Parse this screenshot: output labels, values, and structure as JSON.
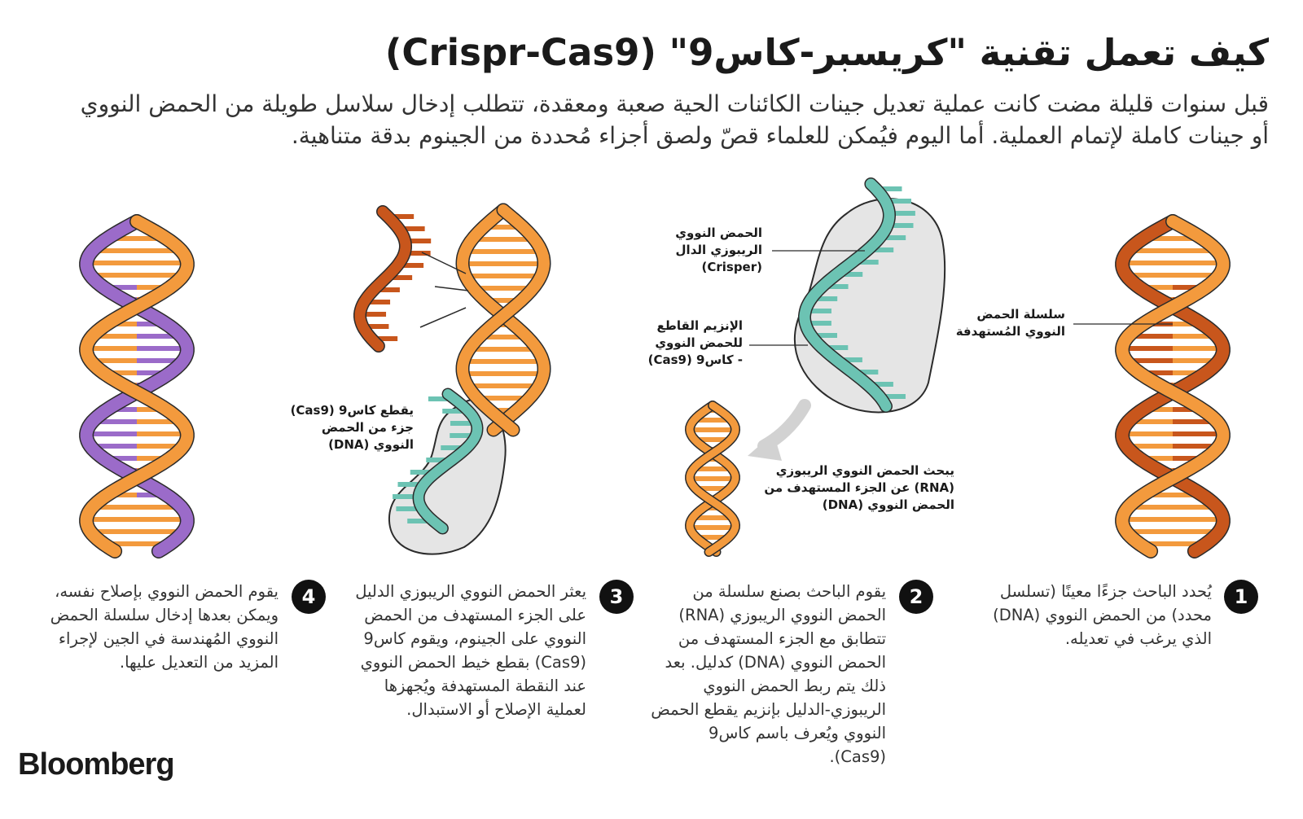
{
  "header": {
    "title": "كيف تعمل تقنية \"كريسبر-كاس9\" (Crispr-Cas9)",
    "intro": "قبل سنوات قليلة مضت كانت عملية تعديل جينات الكائنات الحية صعبة ومعقدة، تتطلب إدخال سلاسل طويلة من الحمض النووي أو جينات كاملة لإتمام العملية. أما اليوم فيُمكن للعلماء قصّ ولصق أجزاء مُحددة من الجينوم بدقة متناهية."
  },
  "labels": {
    "target_dna": "سلسلة الحمض\nالنووي المُستهدفة",
    "guide_rna": "الحمض النووي\nالريبوزي الدال\n(Crisper)",
    "cas9_enzyme": "الإنزيم القاطع\nللحمض النووي\n- كاس9 (Cas9)",
    "rna_search": "يبحث الحمض النووي الريبوزي\n(RNA) عن الجزء المستهدف من\nالحمض النووي  (DNA)",
    "cas9_cut": "يقطع كاس9 (Cas9)\nجزء من الحمض\nالنووي (DNA)"
  },
  "steps": [
    {
      "number": "1",
      "text": "يُحدد الباحث جزءًا معينًا (تسلسل محدد) من الحمض النووي  (DNA) الذي يرغب في تعديله."
    },
    {
      "number": "2",
      "text": "يقوم الباحث بصنع سلسلة من الحمض النووي الريبوزي (RNA) تتطابق مع الجزء المستهدف من الحمض النووي (DNA) كدليل. بعد ذلك يتم ربط الحمض النووي الريبوزي-الدليل بإنزيم يقطع الحمض النووي ويُعرف باسم كاس9 (Cas9)."
    },
    {
      "number": "3",
      "text": "يعثر الحمض النووي الريبوزي الدليل على الجزء المستهدف من الحمض النووي على الجينوم، ويقوم كاس9 (Cas9) بقطع خيط الحمض النووي عند النقطة المستهدفة ويُجهزها لعملية الإصلاح أو الاستبدال."
    },
    {
      "number": "4",
      "text": "يقوم الحمض النووي بإصلاح نفسه، ويمكن بعدها إدخال سلسلة الحمض النووي المُهندسة في الجين لإجراء المزيد من التعديل عليها."
    }
  ],
  "brand": "Bloomberg",
  "colors": {
    "dna_orange": "#f39a3d",
    "dna_dark_orange": "#c8561c",
    "rna_teal": "#6cc3b3",
    "engineered_purple": "#9b6bc9",
    "enzyme_gray": "#e5e5e5",
    "arrow_gray": "#d2d2d2",
    "outline": "#2b2b2b"
  }
}
